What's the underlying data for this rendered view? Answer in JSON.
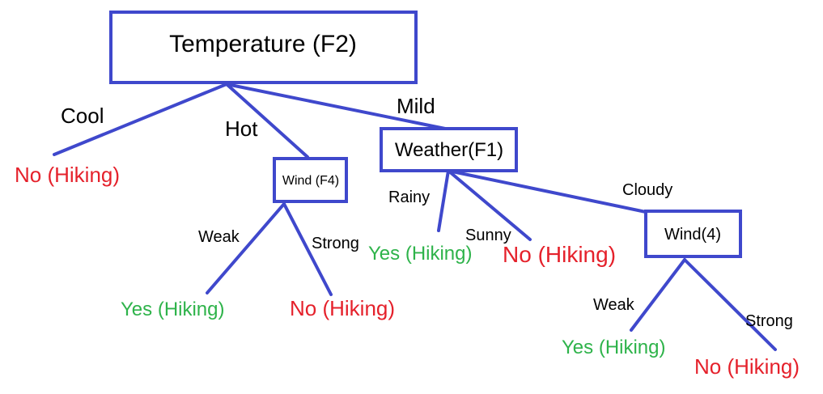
{
  "nodes": {
    "root": "Temperature (F2)",
    "wind_hot": "Wind (F4)",
    "weather": "Weather(F1)",
    "wind_cloudy": "Wind(4)"
  },
  "edges": {
    "cool": "Cool",
    "hot": "Hot",
    "mild": "Mild",
    "weak_hot": "Weak",
    "strong_hot": "Strong",
    "rainy": "Rainy",
    "sunny": "Sunny",
    "cloudy": "Cloudy",
    "weak_cloudy": "Weak",
    "strong_cloudy": "Strong"
  },
  "leaves": {
    "cool_no": "No (Hiking)",
    "hot_weak_yes": "Yes (Hiking)",
    "hot_strong_no": "No (Hiking)",
    "rainy_yes": "Yes (Hiking)",
    "sunny_no": "No (Hiking)",
    "cloudy_weak_yes": "Yes (Hiking)",
    "cloudy_strong_no": "No (Hiking)"
  },
  "colors": {
    "line": "#3f48cc",
    "yes": "#2eb34a",
    "no": "#e5212b"
  }
}
